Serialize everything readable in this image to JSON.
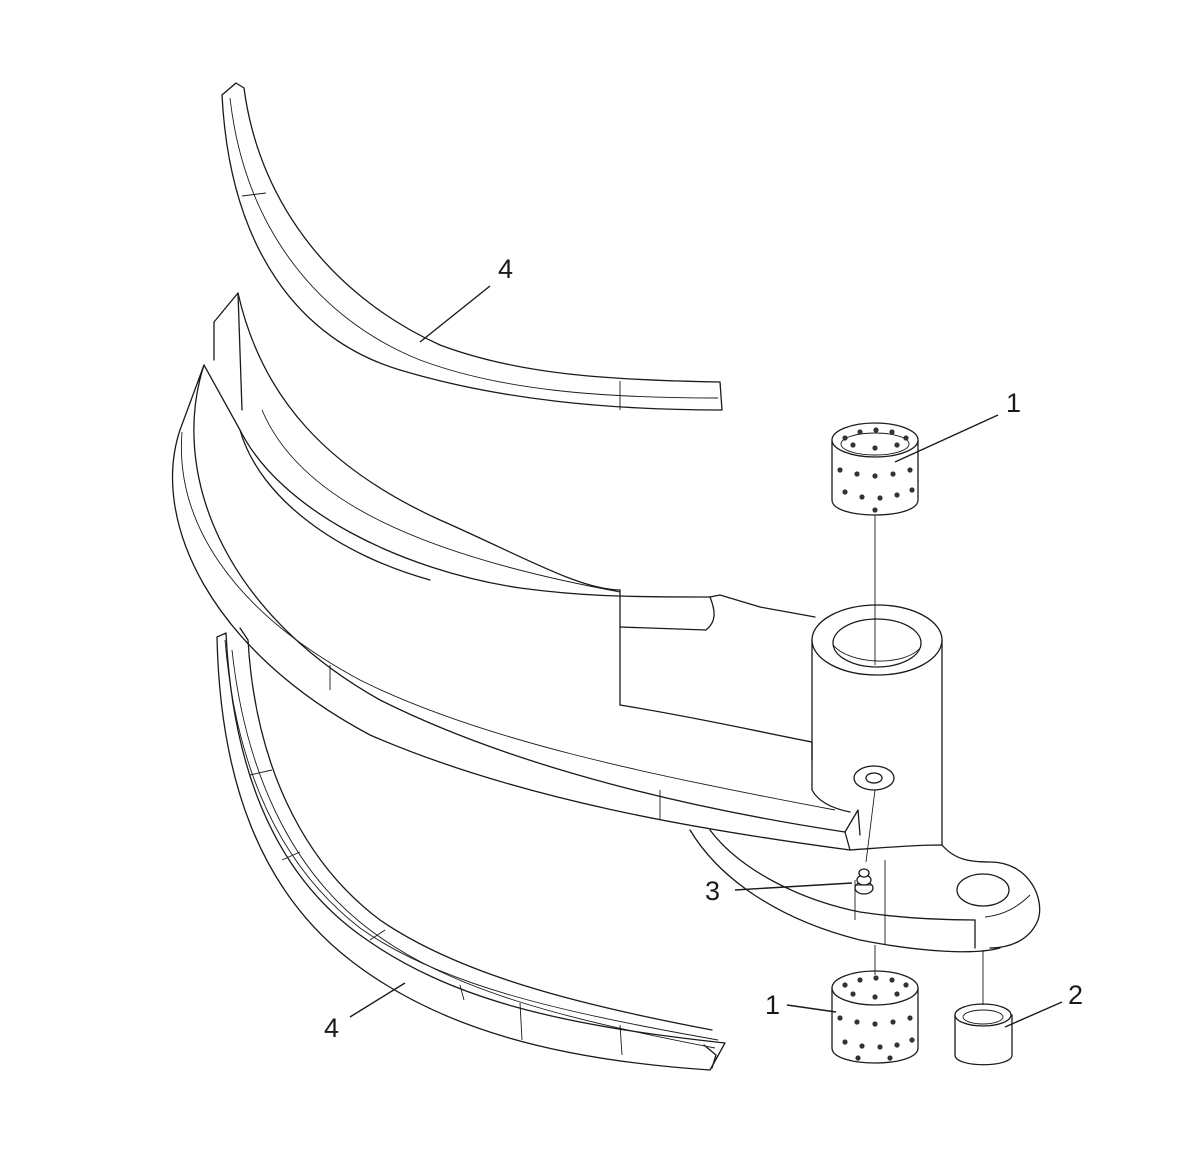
{
  "callouts": {
    "top_rail": "4",
    "top_bushing": "1",
    "grease_fitting": "3",
    "bottom_bushing": "1",
    "small_bushing": "2",
    "bottom_rail": "4"
  },
  "colors": {
    "line": "#1a1a1a",
    "background": "#ffffff"
  }
}
